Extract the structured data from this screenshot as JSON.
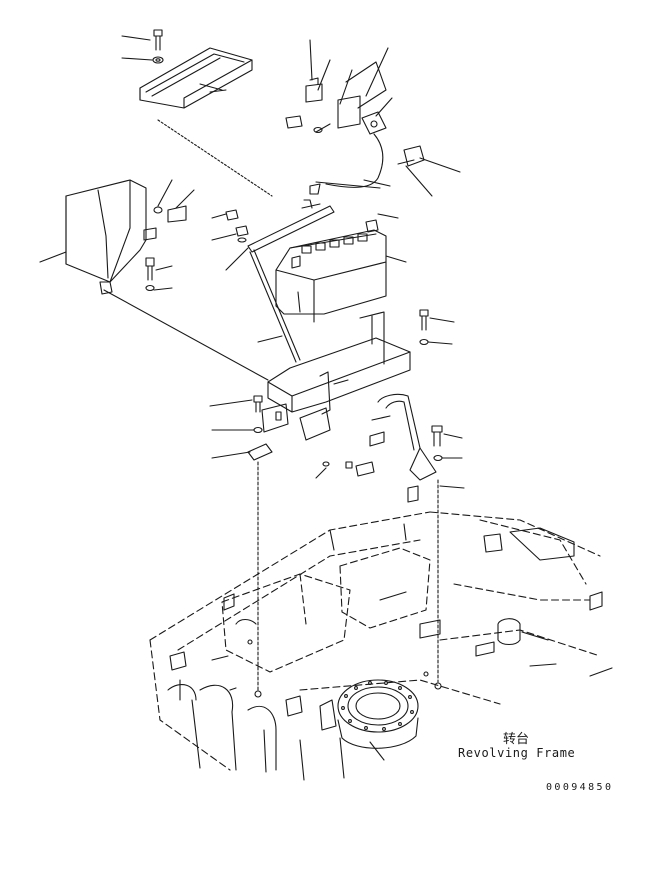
{
  "labels": {
    "revolving_frame_cn": "转台",
    "revolving_frame_en": "Revolving Frame",
    "drawing_number": "00094850"
  },
  "colors": {
    "line": "#1a1a1a",
    "background": "#ffffff"
  }
}
